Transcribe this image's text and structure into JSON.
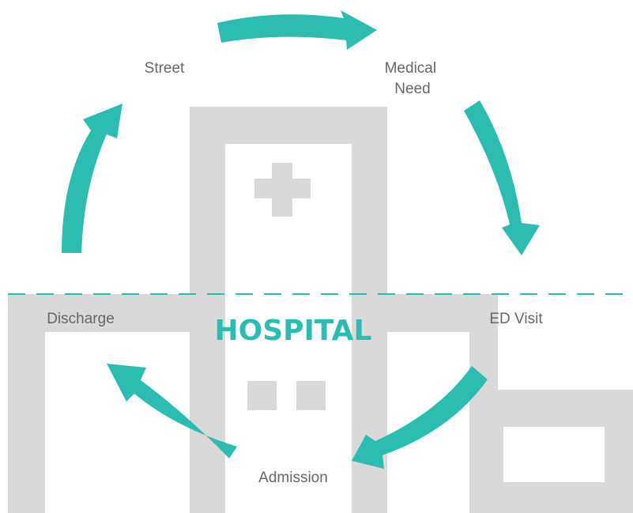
{
  "colors": {
    "accent": "#2dbcb0",
    "building": "#d9d9d9",
    "label_text": "#666666",
    "background": "#ffffff"
  },
  "title": "HOSPITAL",
  "cycle": {
    "stages": [
      {
        "id": "street",
        "lines": [
          "Street"
        ]
      },
      {
        "id": "medical-need",
        "lines": [
          "Medical",
          "Need"
        ]
      },
      {
        "id": "ed-visit",
        "lines": [
          "ED Visit"
        ]
      },
      {
        "id": "admission",
        "lines": [
          "Admission"
        ]
      },
      {
        "id": "discharge",
        "lines": [
          "Discharge"
        ]
      }
    ],
    "arrows": [
      {
        "from": "street",
        "to": "medical-need"
      },
      {
        "from": "medical-need",
        "to": "ed-visit"
      },
      {
        "from": "ed-visit",
        "to": "admission"
      },
      {
        "from": "admission",
        "to": "discharge"
      },
      {
        "from": "discharge",
        "to": "street"
      }
    ]
  },
  "icons": {
    "cross": "medical-cross-icon",
    "hospital": "hospital-building-icon"
  }
}
